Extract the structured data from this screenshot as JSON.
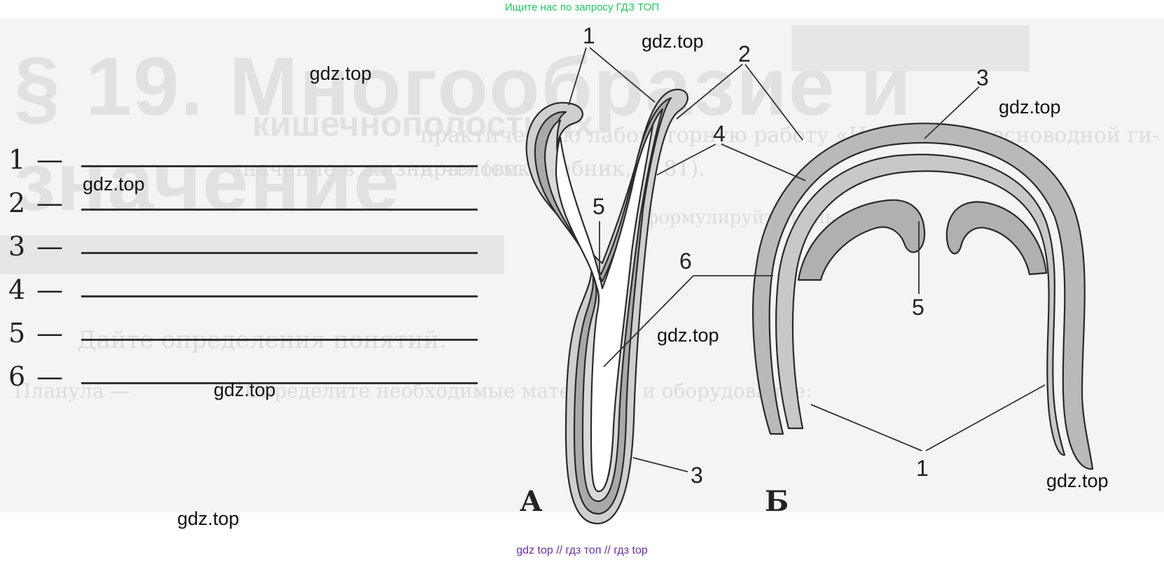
{
  "banner": "Ищите нас по запросу ГДЗ ТОП",
  "footer": "gdz top  //  гдз топ  //  гдз top",
  "background_text": {
    "heading": "§ 19. Многообразие и значение",
    "subheading": "кишечнополостных",
    "line1": "практическую лабораторную работу «Изучение пресноводной ги-",
    "line2": "дры» (см. учебник, с. 81).",
    "line3": "значение в жизни человека",
    "line4": "Сформулируйте цель работы",
    "line5": "Дайте определения понятий.",
    "line6": "Планула —",
    "line7": "Определите необходимые материалы и оборудование:"
  },
  "answer_rows": [
    {
      "num": "1",
      "dash": "—"
    },
    {
      "num": "2",
      "dash": "—"
    },
    {
      "num": "3",
      "dash": "—"
    },
    {
      "num": "4",
      "dash": "—"
    },
    {
      "num": "5",
      "dash": "—"
    },
    {
      "num": "6",
      "dash": "—"
    }
  ],
  "watermark": "gdz.top",
  "diagram": {
    "figure_a": "А",
    "figure_b": "Б",
    "labels_a": [
      "1",
      "2",
      "4",
      "5",
      "6",
      "3"
    ],
    "labels_b": [
      "3",
      "5",
      "1"
    ]
  },
  "colors": {
    "banner": "#22c55e",
    "footer": "#6b2fa0",
    "tissue_fill": "#b9b9b9",
    "outline": "#2a2a2a"
  }
}
